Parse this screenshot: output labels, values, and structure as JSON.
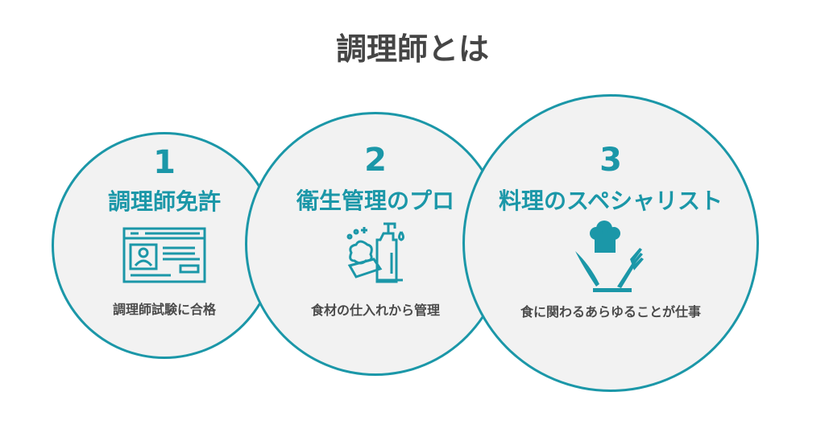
{
  "title": "調理師とは",
  "items": [
    {
      "number": "1",
      "heading": "調理師免許",
      "description": "調理師試験に合格",
      "icon": "id-card-icon"
    },
    {
      "number": "2",
      "heading": "衛生管理のプロ",
      "description": "食材の仕入れから管理",
      "icon": "soap-bottle-icon"
    },
    {
      "number": "3",
      "heading": "料理のスペシャリスト",
      "description": "食に関わるあらゆることが仕事",
      "icon": "chef-hat-cutlery-icon"
    }
  ],
  "colors": {
    "accent": "#1b97a8",
    "circle_fill": "#f2f2f2",
    "text": "#454545"
  }
}
